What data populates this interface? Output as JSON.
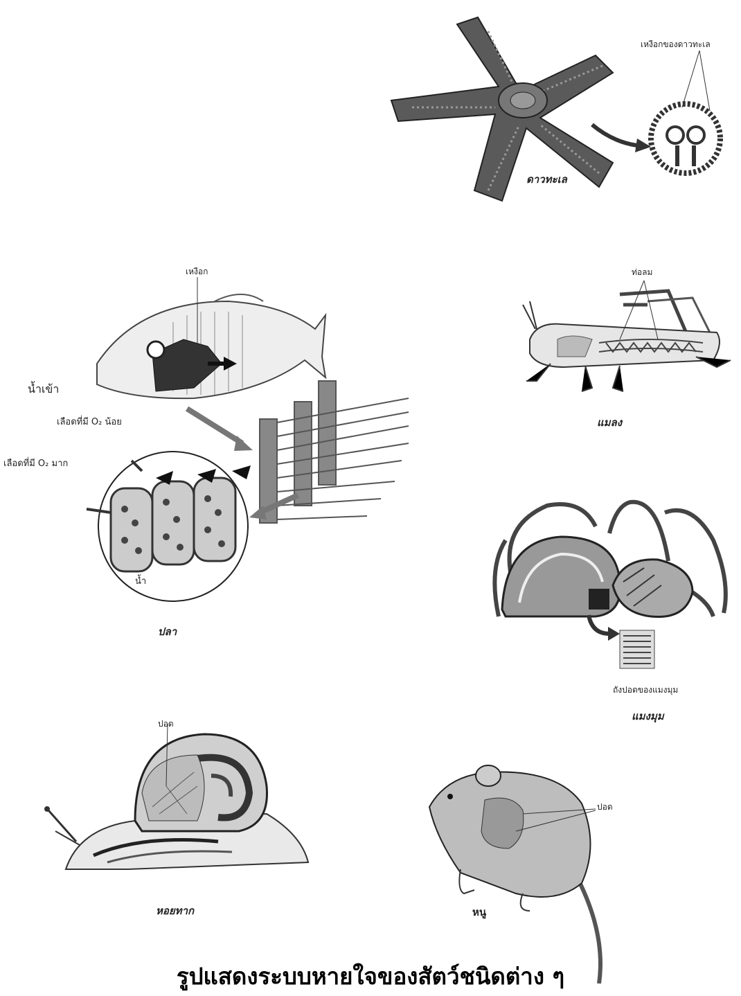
{
  "caption": "รูปแสดงระบบหายใจของสัตว์ชนิดต่าง ๆ",
  "starfish": {
    "name": "ดาวทะเล",
    "gill_label": "เหงือกของดาวทะเล"
  },
  "fish": {
    "name": "ปลา",
    "gill_label": "เหงือก",
    "water_in": "น้ำเข้า",
    "blood_low_o2": "เลือดที่มี O₂ น้อย",
    "blood_high_o2": "เลือดที่มี O₂ มาก",
    "water": "น้ำ"
  },
  "insect": {
    "name": "แมลง",
    "trachea_label": "ท่อลม"
  },
  "spider": {
    "name": "แมงมุม",
    "booklung_label": "ถังปอดของแมงมุม"
  },
  "snail": {
    "name": "หอยทาก",
    "lung_label": "ปอด"
  },
  "mouse": {
    "name": "หนู",
    "lung_label": "ปอด"
  }
}
